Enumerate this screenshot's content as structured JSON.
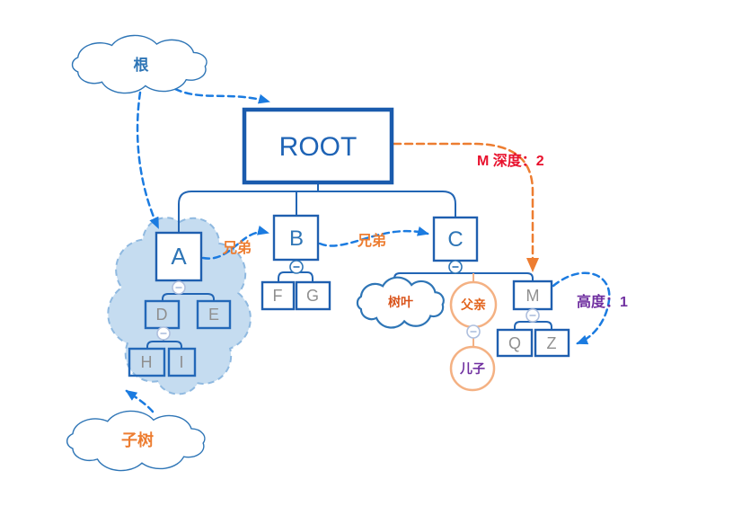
{
  "diagram_title": "tree terminology diagram",
  "clouds": {
    "root": {
      "label": "根"
    },
    "subtree": {
      "label": "子树"
    },
    "leaf": {
      "label": "树叶"
    }
  },
  "nodes": {
    "root": "ROOT",
    "a": "A",
    "b": "B",
    "c": "C",
    "d": "D",
    "e": "E",
    "f": "F",
    "g": "G",
    "h": "H",
    "i": "I",
    "m": "M",
    "q": "Q",
    "z": "Z"
  },
  "circles": {
    "father": "父亲",
    "son": "儿子"
  },
  "labels": {
    "sibling_ab": "兄弟",
    "sibling_bc": "兄弟",
    "depth_m": "M 深度：2",
    "height_m": "高度：1"
  },
  "icons": {
    "collapse": "−",
    "arrowhead": "▶"
  },
  "colors": {
    "node_border_blue": "#1F5FAF",
    "node_text_blue": "#2E75B6",
    "node_text_gray": "#8F8F8F",
    "connector_blue": "#2265B4",
    "dashed_arrow_blue": "#1B7BE0",
    "annotation_orange": "#ED7D31",
    "annotation_red": "#E8112D",
    "annotation_purple": "#7030A0",
    "circle_peach": "#F4B183",
    "blob_fill": "#BDD7EE",
    "blob_border": "#8FB9E0",
    "background": "#FFFFFF"
  }
}
